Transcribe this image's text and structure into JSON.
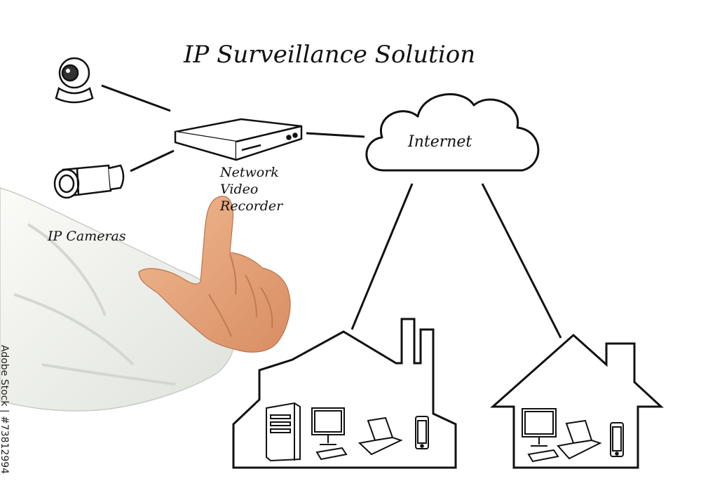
{
  "diagram": {
    "title": "IP Surveillance Solution",
    "nodes": {
      "internet": "Internet",
      "nvr_lines": [
        "Network",
        "Video",
        "Recorder"
      ],
      "ip_cameras": "IP Cameras"
    },
    "stock_credit": "Adobe Stock | #73812994",
    "colors": {
      "ink": "#111111",
      "background": "#ffffff",
      "sleeve": "#f2f3ef",
      "skin": "#e8a57a"
    }
  }
}
